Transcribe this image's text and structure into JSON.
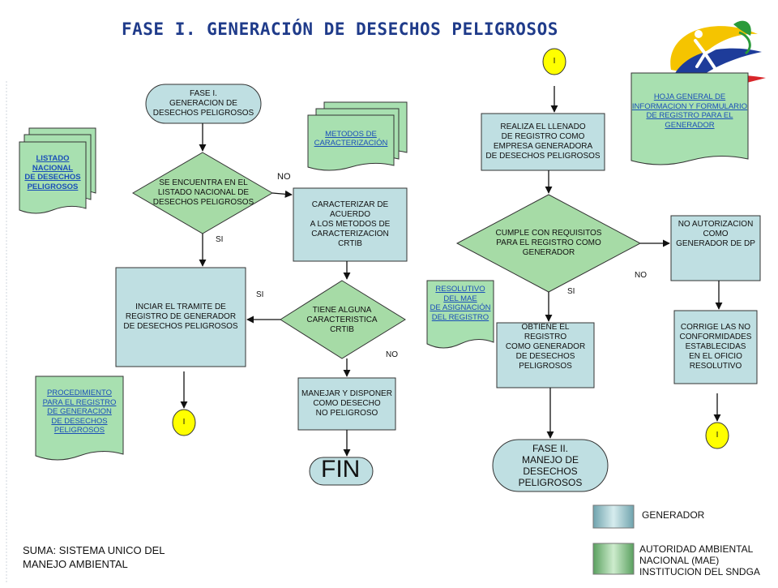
{
  "title": "FASE I. GENERACIÓN DE DESECHOS PELIGROSOS",
  "colors": {
    "process_fill": "#bfdfe2",
    "decision_fill": "#a6dba6",
    "document_fill": "#a8e0b0",
    "edge": "#111111",
    "connector_fill": "#ffff00",
    "title": "#1f3b8a",
    "link": "#1a4fb8"
  },
  "nodes": {
    "start_fase1": "FASE I.\nGENERACION DE\nDESECHOS PELIGROSOS",
    "decision_listado": "SE ENCUENTRA EN EL\nLISTADO NACIONAL DE\nDESECHOS PELIGROSOS",
    "caracterizar": "CARACTERIZAR DE\nACUERDO\nA LOS METODOS DE\nCARACTERIZACION\nCRTIB",
    "iniciar_tramite": "INCIAR EL TRAMITE DE\nREGISTRO DE GENERADOR\nDE DESECHOS PELIGROSOS",
    "decision_crtib": "TIENE ALGUNA\nCARACTERISTICA\nCRTIB",
    "manejar_no_peligroso": "MANEJAR Y DISPONER\nCOMO DESECHO\nNO PELIGROSO",
    "fin": "FIN",
    "realiza_llenado": "REALIZA EL LLENADO\nDE REGISTRO COMO\nEMPRESA GENERADORA\nDE DESECHOS PELIGROSOS",
    "decision_requisitos": "CUMPLE CON REQUISITOS\nPARA EL   REGISTRO COMO\nGENERADOR",
    "no_autorizacion": "NO AUTORIZACION\nCOMO\nGENERADOR DE DP",
    "obtiene_registro": "OBTIENE EL\nREGISTRO\nCOMO GENERADOR\nDE DESECHOS\nPELIGROSOS",
    "corrige": "CORRIGE LAS NO\nCONFORMIDADES\nESTABLECIDAS\nEN EL OFICIO\nRESOLUTIVO",
    "fase2": "FASE II.\nMANEJO DE\nDESECHOS\nPELIGROSOS"
  },
  "connectors": {
    "c_top": "I",
    "c_left": "I",
    "c_right": "I"
  },
  "documents": {
    "listado_nacional": "LISTADO\nNACIONAL\nDE DESECHOS\nPELIGROSOS",
    "metodos": "METODOS DE\nCARACTERIZACIÓN",
    "procedimiento": "PROCEDIMIENTO\nPARA EL REGISTRO\nDE GENERACION\nDE DESECHOS\nPELIGROSOS",
    "resolutivo": "RESOLUTIVO\nDEL MAE\nDE ASIGNACIÓN\nDEL REGISTRO",
    "hoja_general": "HOJA GENERAL DE\nINFORMACION Y FORMULARIO\nDE REGISTRO PARA EL\nGENERADOR"
  },
  "edge_labels": {
    "listado_no": "NO",
    "listado_si": "SI",
    "crtib_si": "SI",
    "crtib_no": "NO",
    "requisitos_no": "NO",
    "requisitos_si": "SI"
  },
  "legend": {
    "generador": "GENERADOR",
    "autoridad": "AUTORIDAD AMBIENTAL\nNACIONAL (MAE)\nINSTITUCION DEL SNDGA"
  },
  "footer": "SUMA: SISTEMA UNICO DEL\nMANEJO AMBIENTAL",
  "logo": {
    "description_icon": "runner-logo-icon",
    "colors": [
      "#f5c400",
      "#2a9a3a",
      "#1e3c9a",
      "#d8262a"
    ]
  }
}
